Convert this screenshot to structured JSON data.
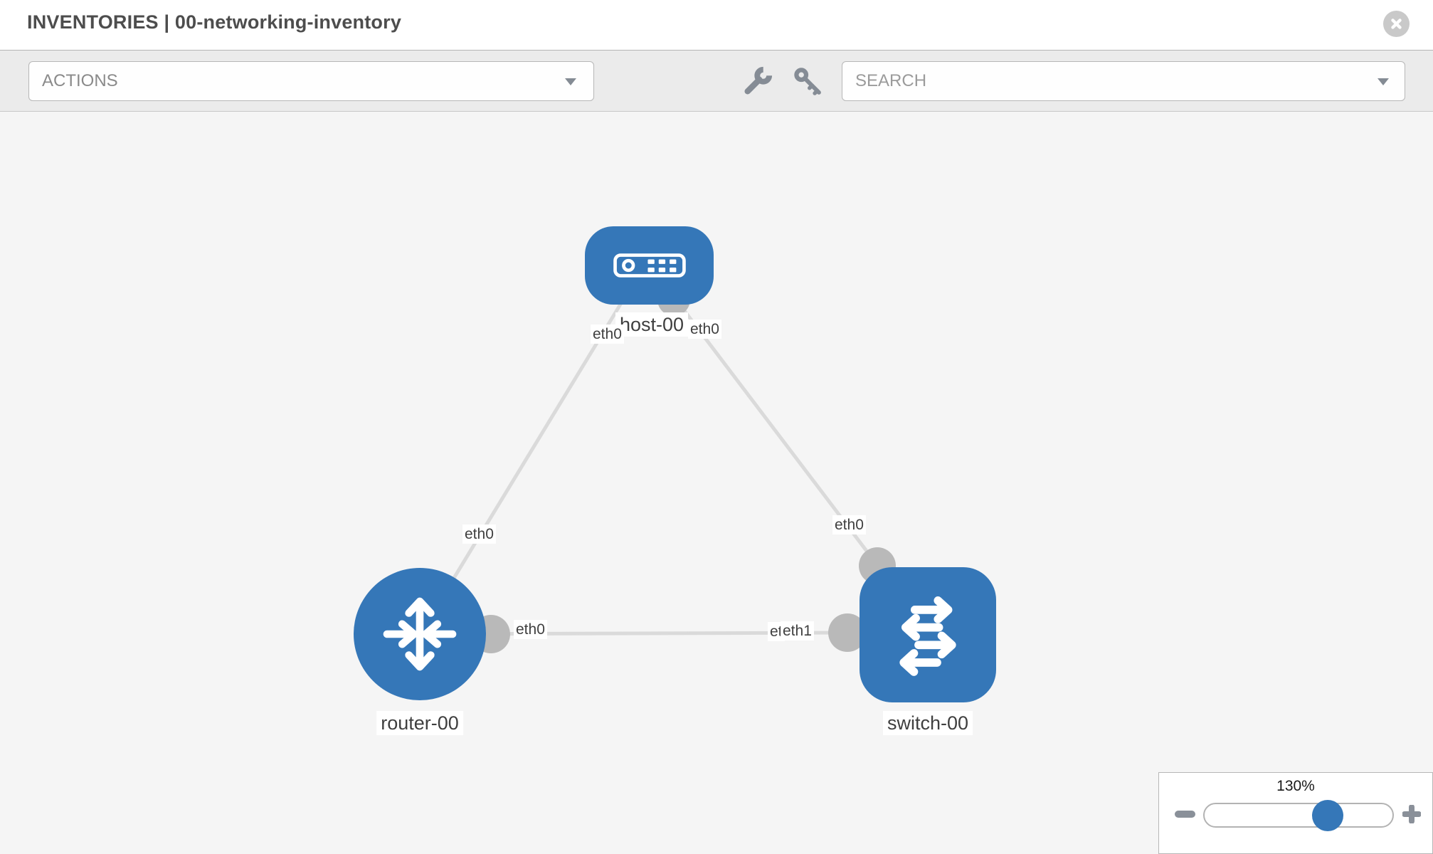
{
  "header": {
    "title": "INVENTORIES | 00-networking-inventory"
  },
  "toolbar": {
    "actions_label": "ACTIONS",
    "search_placeholder": "SEARCH"
  },
  "topology": {
    "nodes": [
      {
        "id": "host-00",
        "type": "host",
        "label": "host-00"
      },
      {
        "id": "router-00",
        "type": "router",
        "label": "router-00"
      },
      {
        "id": "switch-00",
        "type": "switch",
        "label": "switch-00"
      }
    ],
    "links": [
      {
        "source": "host-00",
        "target": "router-00",
        "source_iface": "eth0",
        "target_iface": "eth0"
      },
      {
        "source": "host-00",
        "target": "switch-00",
        "source_iface": "eth0",
        "target_iface": "eth0"
      },
      {
        "source": "router-00",
        "target": "switch-00",
        "source_iface": "eth0",
        "target_iface": "eth1",
        "clipped_label": "et"
      }
    ]
  },
  "zoom_control": {
    "level": "130%"
  },
  "icons": {
    "close": "circle-x",
    "wrench": "wrench",
    "key": "key",
    "dropdown_caret": "triangle-down",
    "zoom_out": "minus",
    "zoom_in": "plus"
  },
  "colors": {
    "node_blue": "#3577b8",
    "port_gray": "#b9b9b9",
    "link_gray": "#dadada"
  }
}
